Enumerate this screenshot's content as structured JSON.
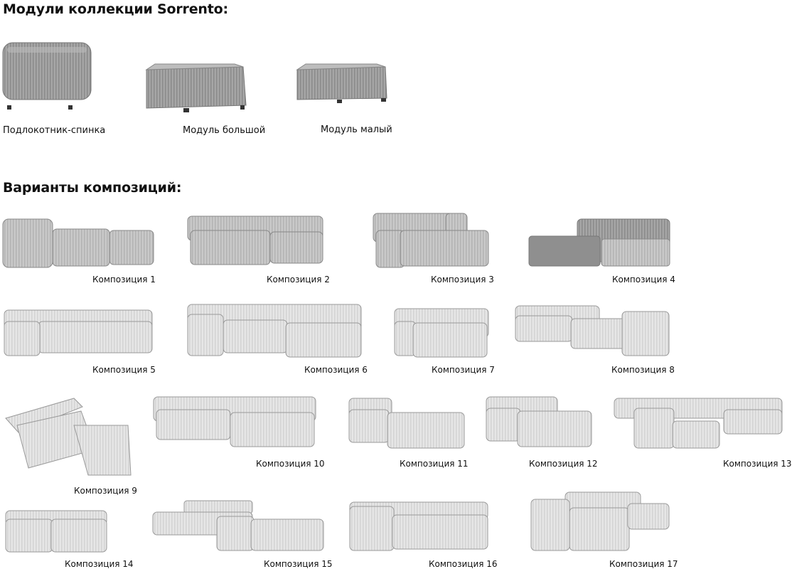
{
  "headings": {
    "modules": "Модули коллекции Sorrento:",
    "variants": "Варианты композиций:"
  },
  "modules": [
    {
      "label": "Подлокотник-спинка",
      "icon": "armrest-back-module-icon"
    },
    {
      "label": "Модуль большой",
      "icon": "large-module-icon"
    },
    {
      "label": "Модуль малый",
      "icon": "small-module-icon"
    }
  ],
  "compositions": [
    {
      "label": "Композиция 1"
    },
    {
      "label": "Композиция 2"
    },
    {
      "label": "Композиция 3"
    },
    {
      "label": "Композиция 4"
    },
    {
      "label": "Композиция 5"
    },
    {
      "label": "Композиция 6"
    },
    {
      "label": "Композиция 7"
    },
    {
      "label": "Композиция 8"
    },
    {
      "label": "Композиция 9"
    },
    {
      "label": "Композиция 10"
    },
    {
      "label": "Композиция 11"
    },
    {
      "label": "Композиция 12"
    },
    {
      "label": "Композиция 13"
    },
    {
      "label": "Композиция 14"
    },
    {
      "label": "Композиция 15"
    },
    {
      "label": "Композиция 16"
    },
    {
      "label": "Композиция 17"
    }
  ],
  "colors": {
    "fabric_dark": "#9a9a9a",
    "fabric_mid": "#c4c4c4",
    "fabric_light": "#e2e2e2",
    "fabric_accent": "#7d7d7d"
  }
}
